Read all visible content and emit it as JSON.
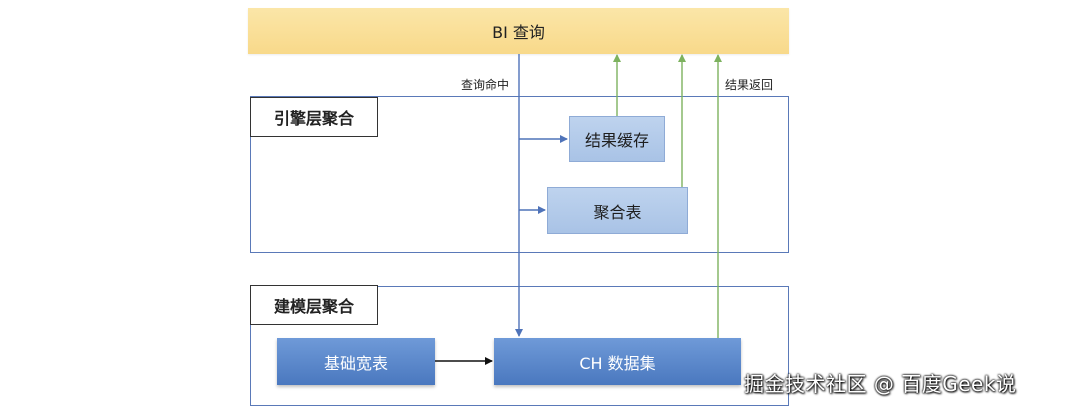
{
  "bi_query": {
    "label": "BI 查询"
  },
  "labels": {
    "query_hit": "查询命中",
    "result_return": "结果返回"
  },
  "engine_layer": {
    "title": "引擎层聚合",
    "result_cache": "结果缓存",
    "agg_table": "聚合表"
  },
  "model_layer": {
    "title": "建模层聚合",
    "base_wide_table": "基础宽表",
    "ch_dataset": "CH 数据集"
  },
  "watermark": "掘金技术社区 @ 百度Geek说",
  "colors": {
    "blue_line": "#4f73b9",
    "green_line": "#7db25f",
    "bi_bar": "#f8d98a"
  }
}
